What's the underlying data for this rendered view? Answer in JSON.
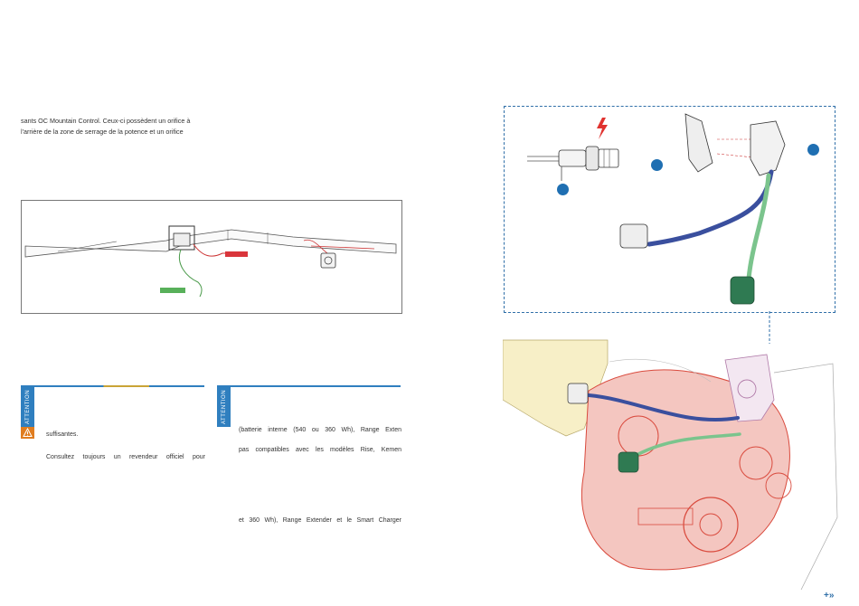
{
  "intro_text": {
    "line1": "sants OC Mountain Control. Ceux-ci possèdent un orifice à",
    "line2": "l'arrière de la zone de serrage de la potence et un orifice"
  },
  "warning_left": {
    "label": "ATTENTION",
    "line1": "suffisantes.",
    "line2": "Consultez toujours un revendeur officiel pour"
  },
  "warning_right": {
    "label": "ATTENTION",
    "line1": "(batterie interne (540 ou 360 Wh), Range Exten",
    "line2": "pas compatibles avec les modèles Rise, Kemen",
    "line3": "et 360 Wh), Range Extender et le Smart Charger"
  },
  "nav": {
    "next": "+»"
  },
  "colors": {
    "accent_blue": "#2f7fbf",
    "warning_orange": "#e07d1f",
    "callout_blue": "#1f6fb2",
    "cable_red": "#d9353b",
    "cable_green": "#58b05a"
  }
}
